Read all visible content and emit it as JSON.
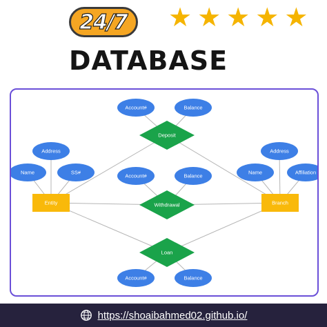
{
  "badge": {
    "text": "24/7"
  },
  "rating": {
    "stars": 5,
    "color": "#f5b400"
  },
  "title": "DATABASE",
  "diagram": {
    "entities": [
      {
        "id": "entity",
        "label": "Entity"
      },
      {
        "id": "branch",
        "label": "Branch"
      }
    ],
    "relationships": [
      {
        "id": "deposit",
        "label": "Deposit"
      },
      {
        "id": "withdrawal",
        "label": "Withdrawal"
      },
      {
        "id": "loan",
        "label": "Loan"
      }
    ],
    "attributes": [
      {
        "id": "deposit-account",
        "label": "Account#"
      },
      {
        "id": "deposit-balance",
        "label": "Balance"
      },
      {
        "id": "entity-address",
        "label": "Address"
      },
      {
        "id": "entity-name",
        "label": "Name"
      },
      {
        "id": "entity-ss",
        "label": "SS#"
      },
      {
        "id": "withdrawal-account",
        "label": "Account#"
      },
      {
        "id": "withdrawal-balance",
        "label": "Balance"
      },
      {
        "id": "branch-address",
        "label": "Address"
      },
      {
        "id": "branch-name",
        "label": "Name"
      },
      {
        "id": "branch-affiliation",
        "label": "Affiliation"
      },
      {
        "id": "loan-account",
        "label": "Account#"
      },
      {
        "id": "loan-balance",
        "label": "Balance"
      }
    ],
    "colors": {
      "attribute": "#3d7fe6",
      "relationship": "#1aa34a",
      "entity": "#f9b90a",
      "line": "#b5b5b5",
      "frame": "#6a4fd8"
    }
  },
  "footer": {
    "url": "https://shoaibahmed02.github.io/",
    "icon": "globe-icon"
  }
}
